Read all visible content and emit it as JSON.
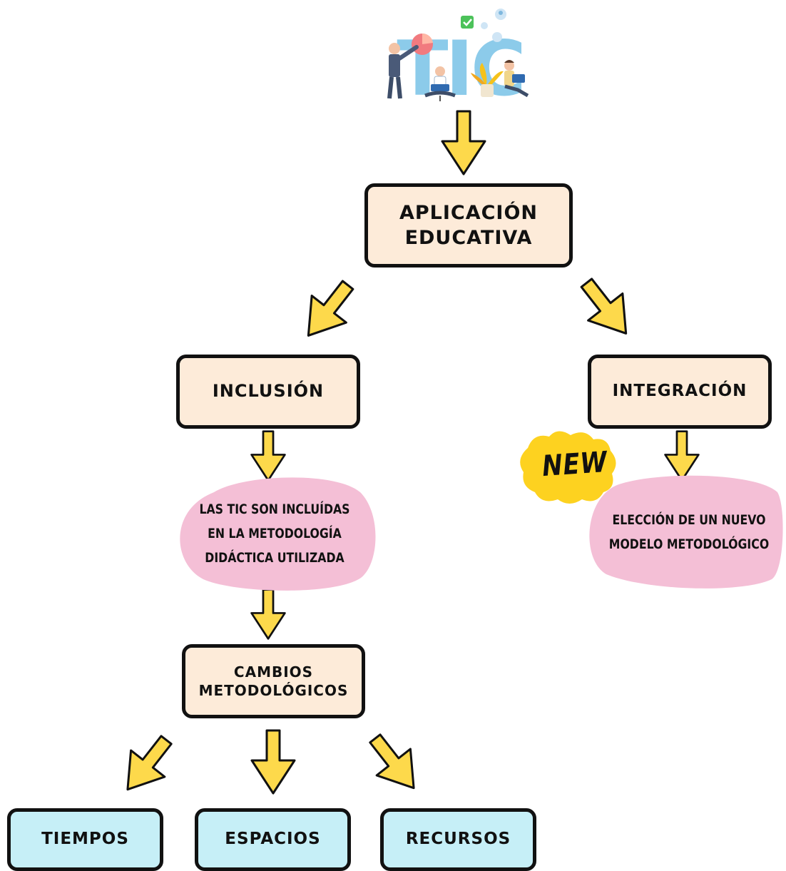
{
  "logo": {
    "text": "TIC"
  },
  "nodes": {
    "aplicacion": {
      "line1": "APLICACIÓN",
      "line2": "EDUCATIVA"
    },
    "inclusion": "INCLUSIÓN",
    "integracion": "INTEGRACIÓN",
    "inclusion_note": {
      "line1": "LAS TIC SON INCLUÍDAS",
      "line2": "EN LA METODOLOGÍA",
      "line3": "DIDÁCTICA UTILIZADA"
    },
    "integracion_note": {
      "line1": "ELECCIÓN DE UN NUEVO",
      "line2": "MODELO METODOLÓGICO"
    },
    "cambios": {
      "line1": "CAMBIOS",
      "line2": "METODOLÓGICOS"
    },
    "tiempos": "TIEMPOS",
    "espacios": "ESPACIOS",
    "recursos": "RECURSOS"
  },
  "badge": {
    "text": "NEW"
  },
  "colors": {
    "box_fill": "#fdebd9",
    "leaf_fill": "#c6eff7",
    "blob_fill": "#f4bfd6",
    "arrow_fill": "#fdd94b",
    "badge_fill": "#fdd220",
    "logo_blue": "#8ccbea",
    "outline": "#111111"
  }
}
